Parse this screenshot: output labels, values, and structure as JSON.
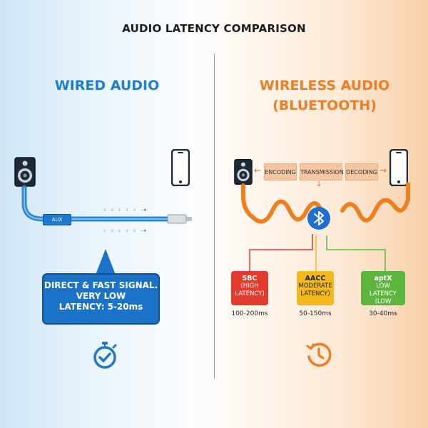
{
  "title": "AUDIO LATENCY COMPARISON",
  "wired": {
    "heading": "WIRED AUDIO",
    "cable_label": "AUX",
    "callout_lines": [
      "DIRECT & FAST SIGNAL.",
      "VERY LOW",
      "LATENCY: 5-20ms"
    ]
  },
  "wireless": {
    "heading_lines": [
      "WIRELESS AUDIO",
      "(BLUETOOTH)"
    ],
    "steps": [
      "ENCODING",
      "TRANSMISSION",
      "DECODING"
    ],
    "codecs": [
      {
        "name": "SBC",
        "lines": [
          "(HIGH",
          "LATENCY)"
        ],
        "latency": "100-200ms",
        "color": "#e23b2e"
      },
      {
        "name": "AACC",
        "lines": [
          "MODERATE",
          "LATENCY)"
        ],
        "latency": "50-150ms",
        "color": "#f2b81d"
      },
      {
        "name": "aptX",
        "lines": [
          "LOW LATENCY",
          "(LOW LATENCY)"
        ],
        "latency": "30-40ms",
        "color": "#5db53e"
      }
    ]
  },
  "colors": {
    "wired_accent": "#1c7fd2",
    "wireless_accent": "#ef7d24",
    "bluetooth": "#1f6fd0"
  },
  "icons": [
    "speaker-icon",
    "smartphone-icon",
    "bluetooth-icon",
    "stopwatch-check-icon",
    "clock-refresh-icon",
    "arrow-right-icon",
    "arrow-left-icon",
    "arrow-down-icon"
  ]
}
